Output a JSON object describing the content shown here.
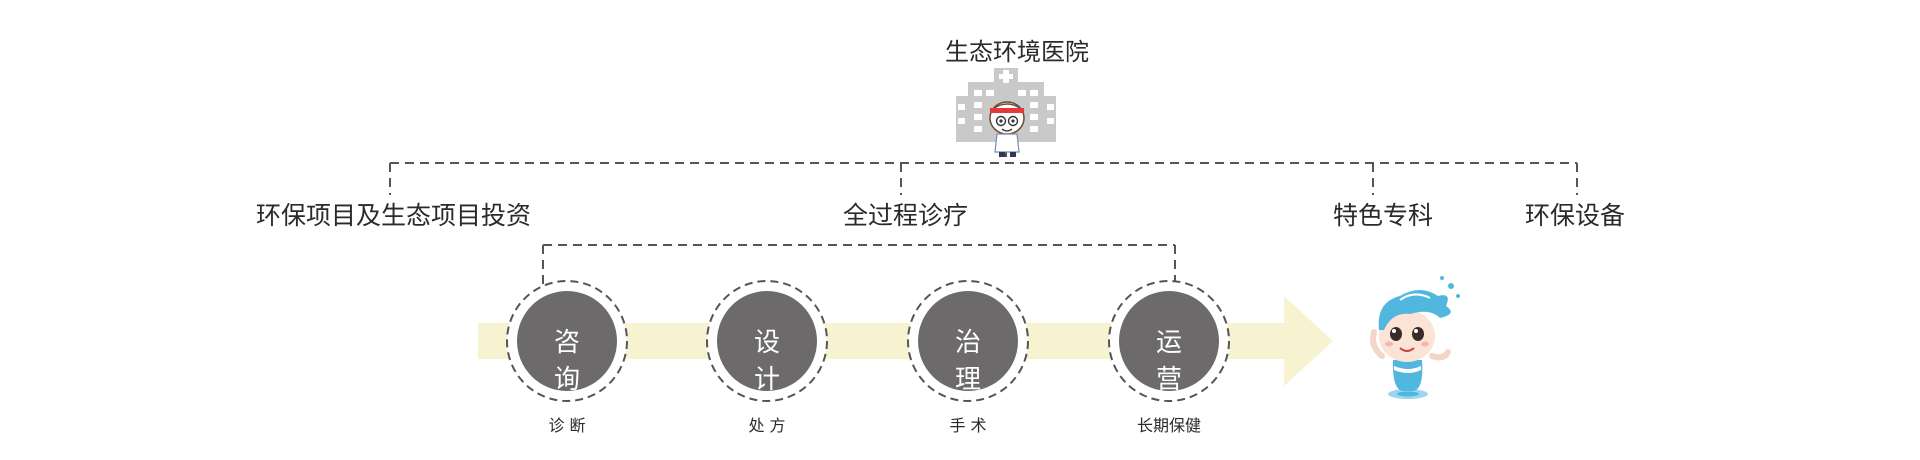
{
  "root": {
    "title": "生态环境医院",
    "icon": "hospital-mascot-icon"
  },
  "branches": [
    {
      "label": "环保项目及生态项目投资"
    },
    {
      "label": "全过程诊疗"
    },
    {
      "label": "特色专科"
    },
    {
      "label": "环保设备"
    }
  ],
  "stages": [
    {
      "label": "咨询",
      "sub": "诊 断"
    },
    {
      "label": "设计",
      "sub": "处 方"
    },
    {
      "label": "治理",
      "sub": "手 术"
    },
    {
      "label": "运营",
      "sub": "长期保健"
    }
  ],
  "mascot": {
    "icon": "water-drop-mascot-icon"
  },
  "colors": {
    "node_fill": "#6d6a6b",
    "arrow": "#f7f2cf",
    "connector": "#555555",
    "building": "#c9c9c9",
    "water": "#52b7df"
  }
}
